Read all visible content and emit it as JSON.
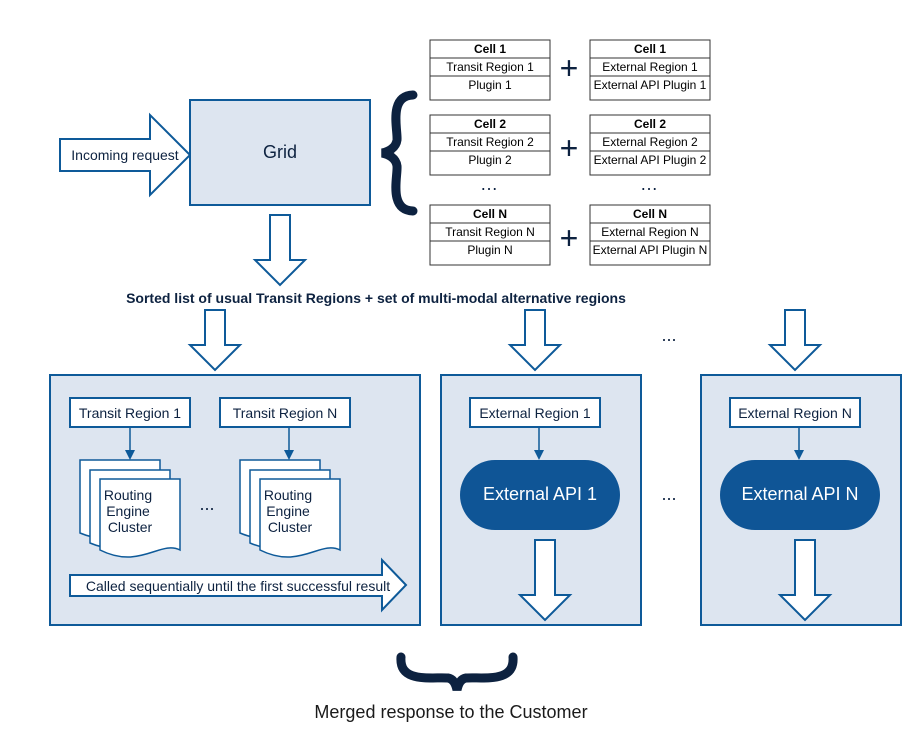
{
  "colors": {
    "panel_fill": "#dde5f0",
    "stroke_blue": "#0e5a99",
    "pill_fill": "#0f5596",
    "dark_navy": "#0d2240",
    "white": "#ffffff"
  },
  "incoming": {
    "label": "Incoming request"
  },
  "grid": {
    "label": "Grid"
  },
  "cells": [
    {
      "title": "Cell 1",
      "transit": "Transit Region 1",
      "plugin": "Plugin 1",
      "ext_title": "Cell 1",
      "ext_region": "External Region 1",
      "ext_plugin": "External API Plugin 1"
    },
    {
      "title": "Cell 2",
      "transit": "Transit Region 2",
      "plugin": "Plugin 2",
      "ext_title": "Cell 2",
      "ext_region": "External Region 2",
      "ext_plugin": "External API Plugin 2"
    },
    {
      "title": "Cell N",
      "transit": "Transit Region N",
      "plugin": "Plugin N",
      "ext_title": "Cell N",
      "ext_region": "External Region N",
      "ext_plugin": "External API Plugin N"
    }
  ],
  "symbols": {
    "plus": "+",
    "ellipsis": "…",
    "ellipsis_ascii": "..."
  },
  "sorted_list": {
    "label": "Sorted list of usual Transit Regions + set of multi-modal alternative regions"
  },
  "transit_panel": {
    "region_1": "Transit Region 1",
    "region_n": "Transit Region N",
    "cluster_line1": "Routing",
    "cluster_line2": "Engine",
    "cluster_line3": "Cluster",
    "sequential_label": "Called sequentially until the first successful result"
  },
  "external_panel_1": {
    "region": "External Region 1",
    "api": "External API 1"
  },
  "external_panel_n": {
    "region": "External Region N",
    "api": "External API N"
  },
  "merged": {
    "label": "Merged response to the Customer"
  }
}
